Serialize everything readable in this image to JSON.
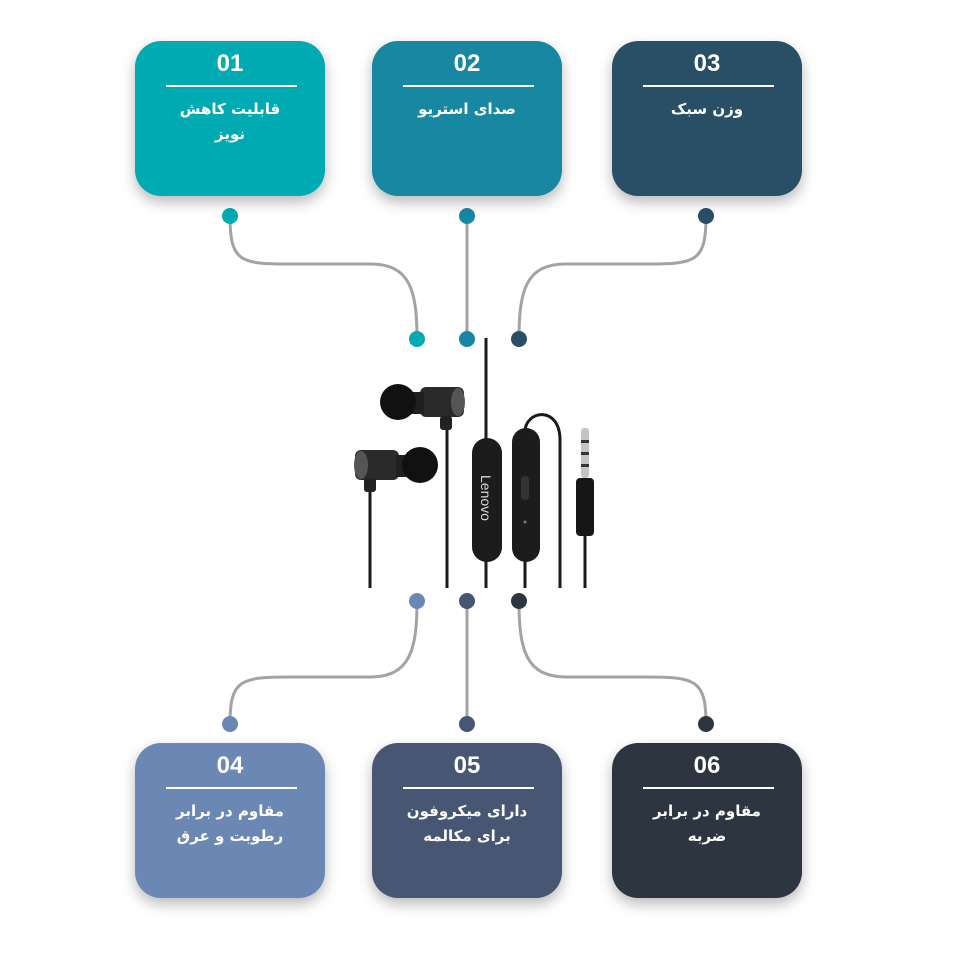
{
  "cards": [
    {
      "num": "01",
      "line1": "قابلیت کاهش",
      "line2": "نویز",
      "color": "#00aab3"
    },
    {
      "num": "02",
      "line1": "صدای استریو",
      "line2": "",
      "color": "#1787a2"
    },
    {
      "num": "03",
      "line1": "وزن سبک",
      "line2": "",
      "color": "#284f66"
    },
    {
      "num": "04",
      "line1": "مقاوم در برابر",
      "line2": "رطوبت و عرق",
      "color": "#6b88b5"
    },
    {
      "num": "05",
      "line1": "دارای میکروفون",
      "line2": "برای مکالمه",
      "color": "#475673"
    },
    {
      "num": "06",
      "line1": "مقاوم در برابر",
      "line2": "ضربه",
      "color": "#2d3541"
    }
  ],
  "product": {
    "brand": "Lenovo"
  },
  "connector_color": "#a3a3a3"
}
